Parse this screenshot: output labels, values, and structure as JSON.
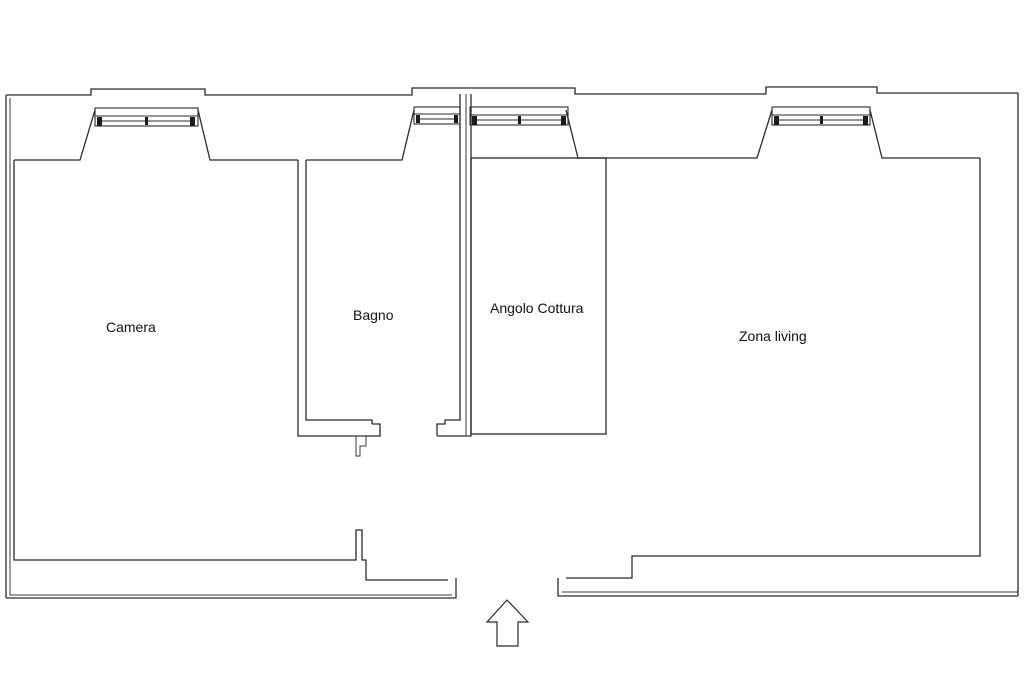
{
  "rooms": {
    "camera": "Camera",
    "bagno": "Bagno",
    "angolo_cottura": "Angolo Cottura",
    "zona_living": "Zona living"
  },
  "colors": {
    "background": "#ffffff",
    "lines": "#2a2a2a",
    "text": "#111111"
  },
  "icons": {
    "entrance": "entrance-arrow-icon"
  }
}
